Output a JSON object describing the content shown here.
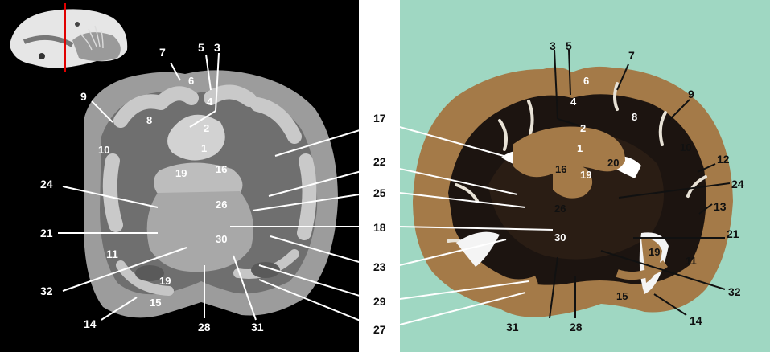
{
  "mri": {
    "outer": [
      "7",
      "5",
      "3",
      "9",
      "8",
      "10",
      "24",
      "21",
      "11",
      "32",
      "19",
      "15",
      "14",
      "28",
      "31",
      "17",
      "22",
      "25",
      "18",
      "23",
      "29",
      "27"
    ],
    "inner": [
      "6",
      "4",
      "2",
      "1",
      "16",
      "19",
      "26",
      "30"
    ]
  },
  "stain": {
    "outer": [
      "3",
      "5",
      "7",
      "9",
      "12",
      "24",
      "13",
      "21",
      "32",
      "14",
      "28",
      "31"
    ],
    "inner": [
      "6",
      "4",
      "2",
      "8",
      "1",
      "16",
      "19",
      "20",
      "10",
      "26",
      "30",
      "19",
      "11",
      "15"
    ]
  },
  "colors": {
    "mri_background": "#000000",
    "stain_background": "#9fd7c2",
    "label_white": "#ffffff",
    "label_black": "#111111"
  }
}
